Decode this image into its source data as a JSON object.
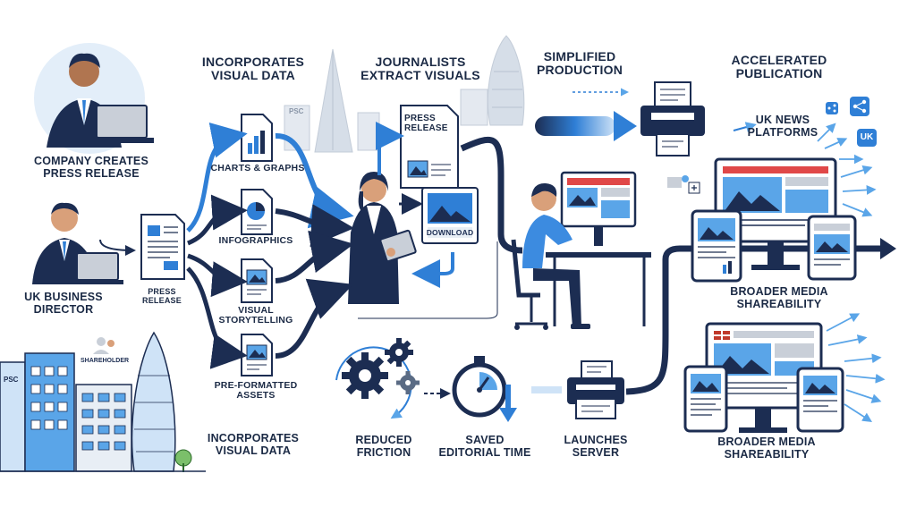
{
  "colors": {
    "navy": "#1c2d52",
    "blue": "#2f7fd6",
    "light_blue": "#cfe3f7",
    "sky": "#5aa5e8",
    "skin": "#d9a07a",
    "grey": "#c9cfd8",
    "white": "#ffffff"
  },
  "labels": {
    "company_creates": "COMPANY CREATES\nPRESS RELEASE",
    "uk_business_director": "UK BUSINESS\nDIRECTOR",
    "press_release_left": "PRESS\nRELEASE",
    "incorporates_top": "INCORPORATES\nVISUAL DATA",
    "charts_graphs": "CHARTS & GRAPHS",
    "infographics": "INFOGRAPHICS",
    "visual_storytelling": "VISUAL\nSTORYTELLING",
    "preformatted_assets": "PRE-FORMATTED\nASSETS",
    "incorporates_bottom": "INCORPORATES\nVISUAL DATA",
    "journalists_extract": "JOURNALISTS\nEXTRACT VISUALS",
    "press_release_doc": "PRESS\nRELEASE",
    "download": "DOWNLOAD",
    "simplified_production": "SIMPLIFIED\nPRODUCTION",
    "reduced_friction": "REDUCED\nFRICTION",
    "saved_editorial_time": "SAVED\nEDITORIAL TIME",
    "launches_server": "LAUNCHES\nSERVER",
    "accelerated_publication": "ACCELERATED\nPUBLICATION",
    "uk_news_platforms": "UK NEWS\nPLATFORMS",
    "uk_badge": "UK",
    "broader_media_top": "BROADER MEDIA\nSHAREABILITY",
    "broader_media_bottom": "BROADER MEDIA\nSHAREABILITY",
    "psc_top": "PSC",
    "psc_left": "PSC",
    "shareholder": "SHAREHOLDER"
  },
  "icons": [
    "laptop-icon",
    "document-icon",
    "bar-chart-icon",
    "pie-chart-icon",
    "image-icon",
    "gear-icon",
    "stopwatch-icon",
    "printer-icon",
    "monitor-icon",
    "tablet-icon",
    "share-icon",
    "arrow-icon",
    "building-icon",
    "gherkin-tower-icon",
    "shard-tower-icon",
    "uk-flag-icon"
  ]
}
